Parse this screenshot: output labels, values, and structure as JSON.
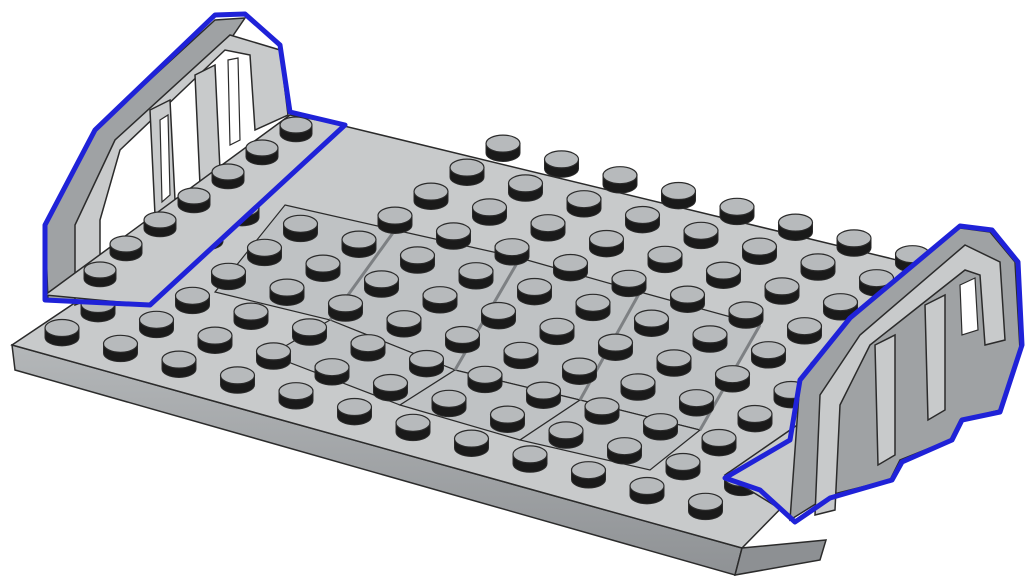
{
  "figure": {
    "subject": "brick-build-instruction-step",
    "colors": {
      "background": "#ffffff",
      "part": "#c8cacb",
      "part_side": "#9fa2a4",
      "part_dark": "#7d8083",
      "stud_top": "#b7babc",
      "stud_side": "#1a1a1a",
      "outline": "#2b2b2b",
      "highlight": "#1f22d8"
    },
    "parts": [
      {
        "name": "base-plate",
        "highlighted": false
      },
      {
        "name": "fence-left",
        "highlighted": true
      },
      {
        "name": "fence-right",
        "highlighted": true
      }
    ]
  }
}
